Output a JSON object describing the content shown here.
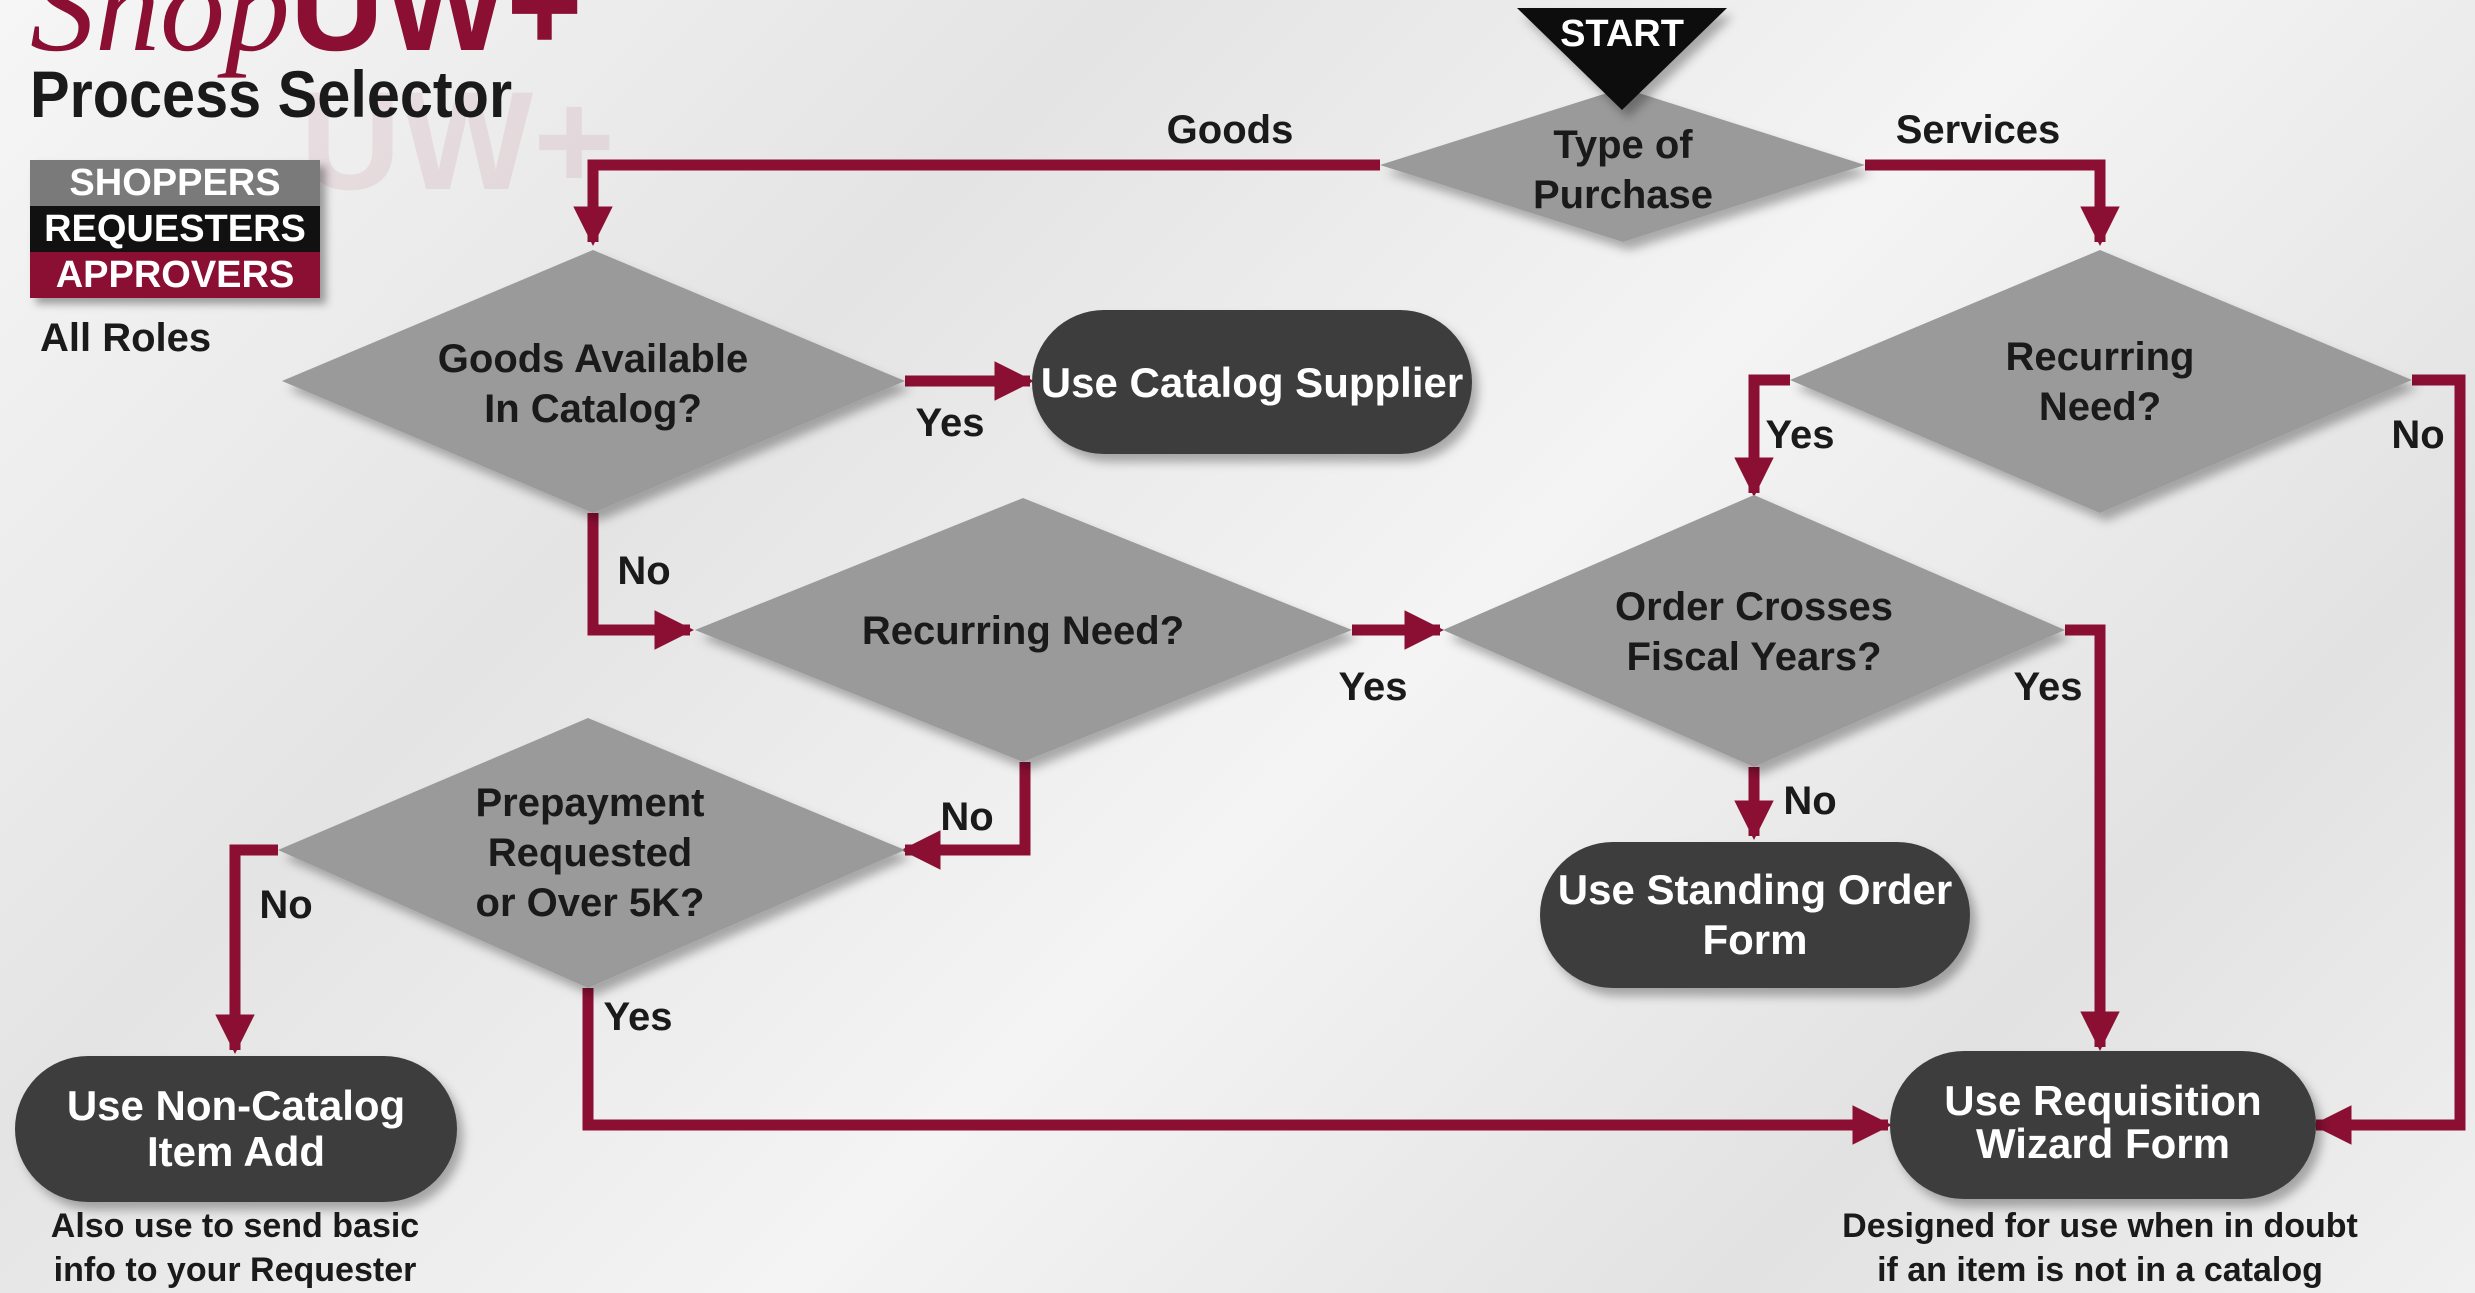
{
  "header": {
    "logo_text": "Shop",
    "logo_uw": "UW+",
    "title": "Process Selector",
    "all_roles": "All Roles"
  },
  "legend": {
    "shoppers": "SHOPPERS",
    "requesters": "REQUESTERS",
    "approvers": "APPROVERS"
  },
  "colors": {
    "connector": "#8a0f33",
    "diamond": "#9a9a9a",
    "terminal": "#3d3d3d",
    "start": "#0d0d0d"
  },
  "nodes": {
    "start": {
      "label": "START"
    },
    "type_of_purchase": {
      "lines": [
        "Type of",
        "Purchase"
      ]
    },
    "goods_available": {
      "lines": [
        "Goods Available",
        "In Catalog?"
      ]
    },
    "recurring_services": {
      "lines": [
        "Recurring",
        "Need?"
      ]
    },
    "recurring_goods": {
      "lines": [
        "Recurring Need?"
      ]
    },
    "fiscal_years": {
      "lines": [
        "Order Crosses",
        "Fiscal Years?"
      ]
    },
    "prepayment": {
      "lines": [
        "Prepayment",
        "Requested",
        "or Over 5K?"
      ]
    },
    "use_catalog_supplier": {
      "lines": [
        "Use Catalog Supplier"
      ]
    },
    "use_standing_order": {
      "lines": [
        "Use Standing Order",
        "Form"
      ]
    },
    "use_non_catalog": {
      "lines": [
        "Use Non-Catalog",
        "Item Add"
      ]
    },
    "use_requisition": {
      "lines": [
        "Use Requisition",
        "Wizard Form"
      ]
    }
  },
  "edge_labels": {
    "goods": "Goods",
    "services": "Services",
    "catalog_yes": "Yes",
    "catalog_no": "No",
    "services_recurring_yes": "Yes",
    "services_recurring_no": "No",
    "goods_recurring_yes": "Yes",
    "goods_recurring_no": "No",
    "fiscal_yes": "Yes",
    "fiscal_no": "No",
    "prepay_no": "No",
    "prepay_yes": "Yes"
  },
  "notes": {
    "non_catalog": "Also use to send basic\ninfo to your Requester",
    "requisition": "Designed for use when in doubt\nif an item is not in a catalog"
  }
}
